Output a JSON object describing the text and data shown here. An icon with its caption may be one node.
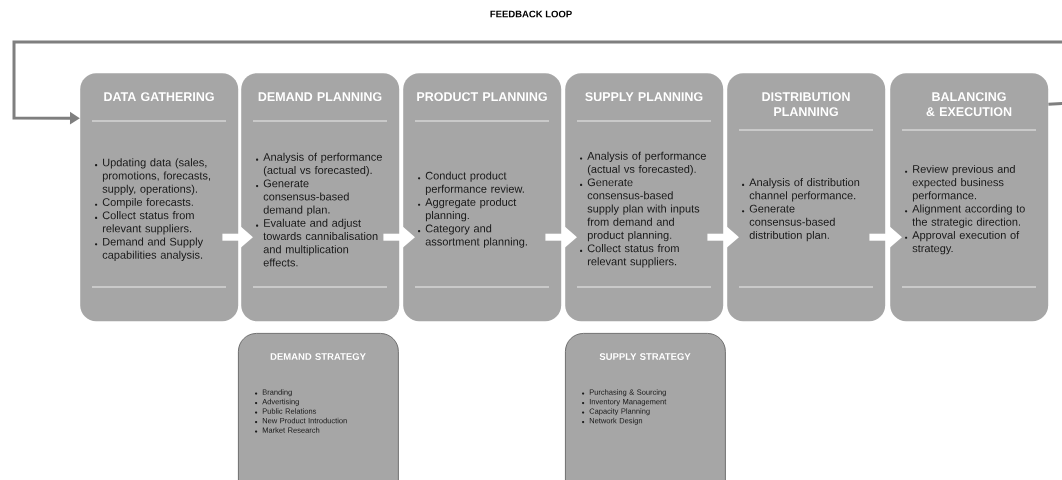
{
  "diagram": {
    "nodes": [
      {
        "text": [
          "DATA GATHERING",
          "Updating data (sales, promotions, forecasts, supply, operations).",
          "Compile forecasts.",
          "Collect status from relevant suppliers.",
          "Demand and Supply capabilities analysis."
        ]
      },
      {
        "text": [
          "DEMAND PLANNING",
          "Analysis of performance (actual vs forecasted).",
          "Generate consensus-based demand plan.",
          "Evaluate and adjust towards cannibalisation and multiplication effects."
        ]
      },
      {
        "text": [
          "PRODUCT PLANNING",
          "Conduct product performance review.",
          "Aggregate product planning.",
          "Category and assortment planning."
        ]
      },
      {
        "text": [
          "SUPPLY PLANNING",
          "Analysis of performance (actual vs forecasted).",
          "Generate consensus-based supply plan with inputs from demand and product planning.",
          "Collect status from relevant suppliers."
        ]
      },
      {
        "text": [
          "DISTRIBUTION PLANNING",
          "Analysis of distribution channel performance.",
          "Generate consensus-based distribution plan."
        ]
      },
      {
        "text": [
          "BALANCING & EXECUTION",
          "Review previous and expected business performance.",
          "Alignment according to the strategic direction.",
          "Approval execution of strategy."
        ]
      },
      {
        "text": [
          "DEMAND STRATEGY",
          "Branding",
          "Advertising",
          "Public Relations",
          "New Product Introduction",
          "Market Research"
        ]
      },
      {
        "text": [
          "SUPPLY STRATEGY",
          "Purchasing & Sourcing",
          "Inventory Management",
          "Capacity Planning",
          "Network Design"
        ]
      }
    ],
    "edges": [
      {
        "from": 0,
        "to": 1,
        "arrow": "to"
      },
      {
        "from": 1,
        "to": 2,
        "arrow": "to"
      },
      {
        "from": 2,
        "to": 3,
        "arrow": "to"
      },
      {
        "from": 3,
        "to": 4,
        "arrow": "to"
      },
      {
        "from": 4,
        "to": 5,
        "arrow": "to"
      },
      {
        "from": 5,
        "to": 0,
        "arrow": "to",
        "label": "FEEDBACK LOOP",
        "color": "#7f7f7f"
      }
    ]
  }
}
